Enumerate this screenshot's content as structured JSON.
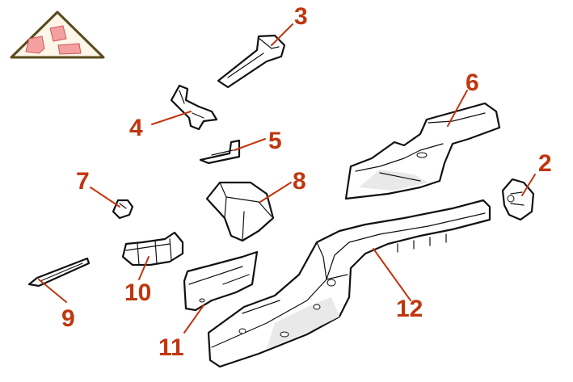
{
  "colors": {
    "callout": "#c0360f",
    "leader": "#c0360f",
    "outline": "#111111",
    "locator_fill": "#f4a0a0",
    "locator_frame": "#5a4a1e"
  },
  "locator": {
    "icon": "vehicle-front-section-locator-icon"
  },
  "callouts": [
    {
      "id": "c2",
      "label": "2"
    },
    {
      "id": "c3",
      "label": "3"
    },
    {
      "id": "c4",
      "label": "4"
    },
    {
      "id": "c5",
      "label": "5"
    },
    {
      "id": "c6",
      "label": "6"
    },
    {
      "id": "c7",
      "label": "7"
    },
    {
      "id": "c8",
      "label": "8"
    },
    {
      "id": "c9",
      "label": "9"
    },
    {
      "id": "c10",
      "label": "10"
    },
    {
      "id": "c11",
      "label": "11"
    },
    {
      "id": "c12",
      "label": "12"
    }
  ]
}
